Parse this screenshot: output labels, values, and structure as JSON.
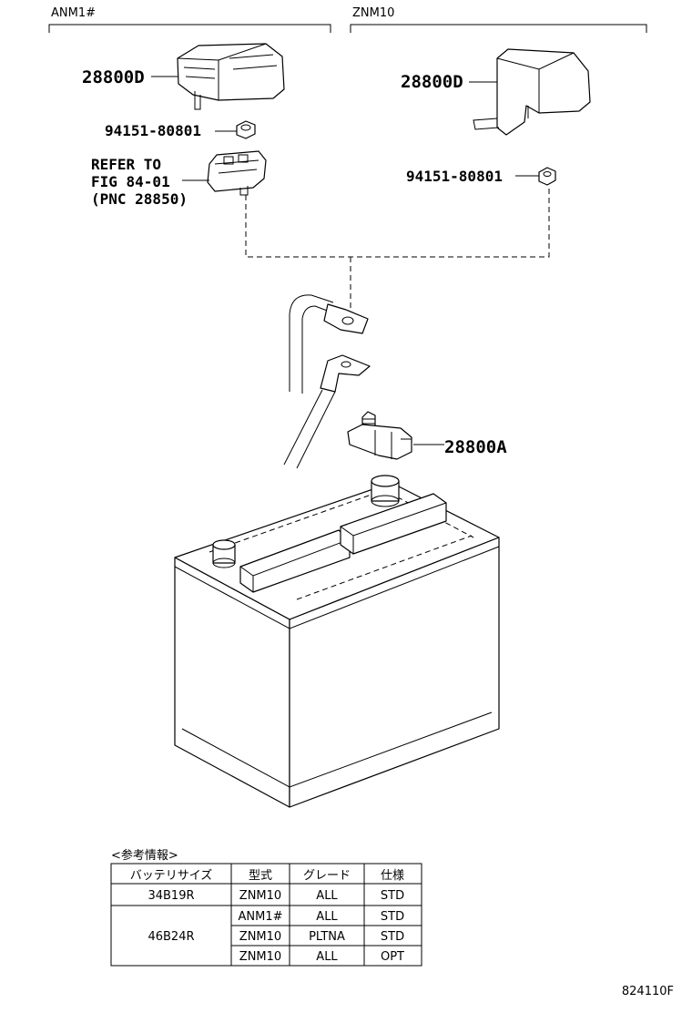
{
  "sections": {
    "left": "ANM1#",
    "right": "ZNM10"
  },
  "parts": {
    "cover_left": "28800D",
    "nut_left": "94151-80801",
    "refer_line1": "REFER TO",
    "refer_line2": "FIG 84-01",
    "refer_line3": "(PNC 28850)",
    "cover_right": "28800D",
    "nut_right": "94151-80801",
    "clamp": "28800A"
  },
  "reference": {
    "title": "<参考情報>",
    "headers": [
      "バッテリサイズ",
      "型式",
      "グレード",
      "仕様"
    ],
    "rows": [
      [
        "34B19R",
        "ZNM10",
        "ALL",
        "STD"
      ],
      [
        "46B24R",
        "ANM1#",
        "ALL",
        "STD"
      ],
      [
        "",
        "ZNM10",
        "PLTNA",
        "STD"
      ],
      [
        "",
        "ZNM10",
        "ALL",
        "OPT"
      ]
    ]
  },
  "figure_number": "824110F"
}
